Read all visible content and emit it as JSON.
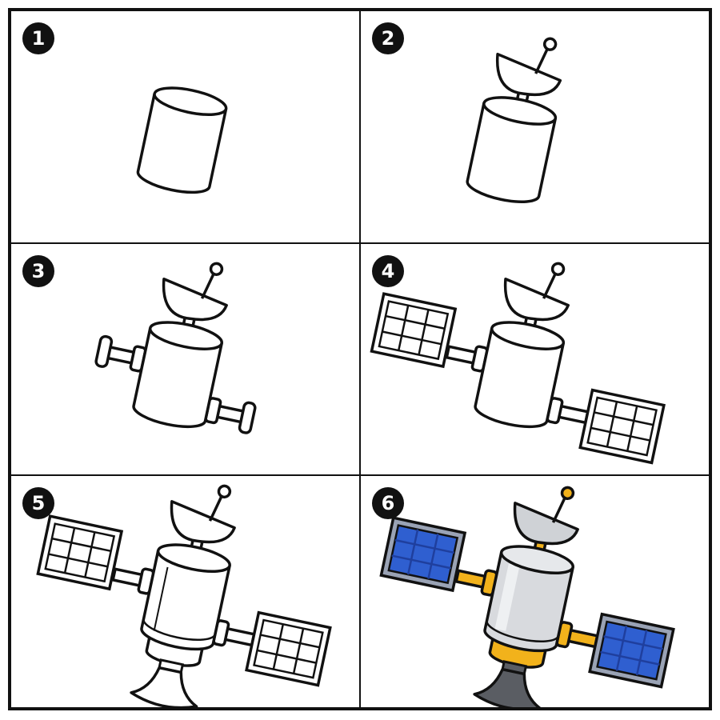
{
  "steps": [
    {
      "number": "1"
    },
    {
      "number": "2"
    },
    {
      "number": "3"
    },
    {
      "number": "4"
    },
    {
      "number": "5"
    },
    {
      "number": "6"
    }
  ],
  "colors": {
    "outline": "#111111",
    "solar_panel": "#2f5fd0",
    "solar_panel_dark": "#1f3f9e",
    "body": "#d8dade",
    "gold": "#f2b21b",
    "nozzle": "#5a5d63",
    "panel_frame": "#9aa3b5"
  }
}
